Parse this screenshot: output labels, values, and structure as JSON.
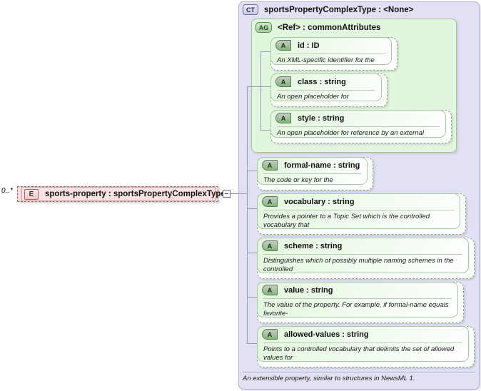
{
  "diagram": {
    "kind": "xml-schema-diagram",
    "colors": {
      "complex_type_fill": "#e2e1f4",
      "complex_type_border": "#b4b2d8",
      "attribute_group_fill": "#e2f5de",
      "attribute_group_border": "#9ec79a",
      "attribute_fill": "#eefbec",
      "attribute_border": "#8ca88a",
      "element_fill": "#fadbdb",
      "element_border": "#9a6a6a",
      "connector": "#9a9ab8"
    }
  },
  "element": {
    "cardinality": "0..*",
    "icon": "E",
    "icon_name": "element-icon",
    "label": "sports-property : sportsPropertyComplexType",
    "name": "sports-property",
    "type": "sportsPropertyComplexType",
    "toggle": "collapse-minus"
  },
  "complex_type": {
    "icon": "CT",
    "icon_name": "complex-type-icon",
    "title": "sportsPropertyComplexType : <None>",
    "name": "sportsPropertyComplexType",
    "base": "<None>",
    "documentation": "An extensible property, similar to structures in NewsML 1."
  },
  "attribute_group": {
    "icon": "AG",
    "icon_name": "attribute-group-icon",
    "title": "<Ref>    : commonAttributes",
    "ref": "<Ref>",
    "name": "commonAttributes",
    "attributes": [
      {
        "icon": "A",
        "label": "id           : ID",
        "name": "id",
        "type": "ID",
        "documentation": "An XML-specific identifier for the element."
      },
      {
        "icon": "A",
        "label": "class        : string",
        "name": "class",
        "type": "string",
        "documentation": "An open placeholder for categorization."
      },
      {
        "icon": "A",
        "label": "style        : string",
        "name": "style",
        "type": "string",
        "documentation": "An open placeholder for reference by an external stylesheet."
      }
    ]
  },
  "attributes": [
    {
      "icon": "A",
      "label": "formal-name : string",
      "name": "formal-name",
      "type": "string",
      "documentation": "The code or key for the property."
    },
    {
      "icon": "A",
      "label": "vocabulary : string",
      "name": "vocabulary",
      "type": "string",
      "documentation": "Provides a pointer to a Topic Set which is the controlled vocabulary that\ncan be used to resolve the meaning of the formal-name."
    },
    {
      "icon": "A",
      "label": "scheme   : string",
      "name": "scheme",
      "type": "string",
      "documentation": "Distinguishes which of possibly multiple naming schemes in the controlled\nvocabulary is the one that governs this formal-name."
    },
    {
      "icon": "A",
      "label": "value      : string",
      "name": "value",
      "type": "string",
      "documentation": "The value of the property. For example, if formal-name equals favorite-\ncolor, then value might equal blue."
    },
    {
      "icon": "A",
      "label": "allowed-values : string",
      "name": "allowed-values",
      "type": "string",
      "documentation": "Points to a controlled vocabulary that delimits the set of allowed values for\nthe property."
    }
  ]
}
